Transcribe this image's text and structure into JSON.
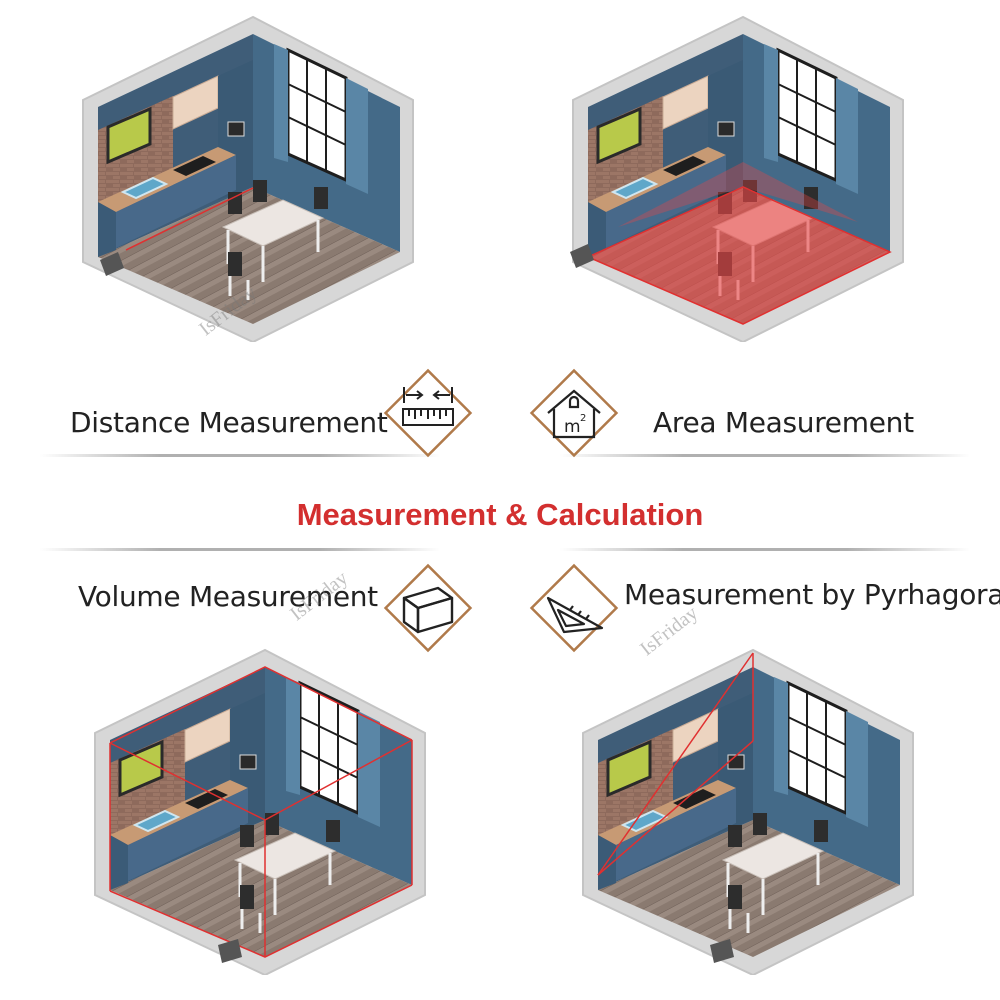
{
  "title": "Measurement & Calculation",
  "features": {
    "distance": {
      "label": "Distance Measurement",
      "icon": "ruler-arrows-icon"
    },
    "area": {
      "label": "Area Measurement",
      "icon": "house-m2-icon"
    },
    "volume": {
      "label": "Volume Measurement",
      "icon": "cube-icon"
    },
    "pythagoras": {
      "label": "Measurement by Pyrhagoras",
      "icon": "triangle-ruler-icon"
    }
  },
  "watermark": "IsFriday",
  "area_unit": "m",
  "area_exp": "2",
  "colors": {
    "accent": "#d32f2f",
    "badge_border": "#b07a4a",
    "laser": "#e03030"
  }
}
